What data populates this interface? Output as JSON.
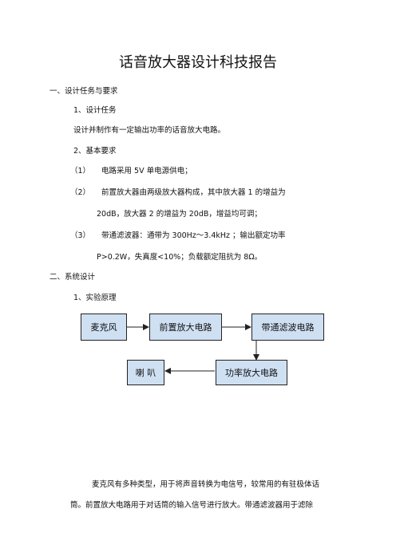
{
  "document": {
    "title": "话音放大器设计科技报告",
    "sections": [
      {
        "heading": "一、设计任务与要求",
        "sub1_heading": "1、设计任务",
        "sub1_text": "设计并制作有一定输出功率的话音放大电路。",
        "sub2_heading": "2、基本要求",
        "requirements": [
          {
            "num": "（1）",
            "lines": [
              "电路采用 5V 单电源供电；"
            ]
          },
          {
            "num": "（2）",
            "lines": [
              "前置放大器由两级放大器构成，其中放大器 1 的增益为",
              "20dB，放大器 2 的增益为 20dB，增益均可调；"
            ]
          },
          {
            "num": "（3）",
            "lines": [
              "带通滤波器：通带为 300Hz～3.4kHz ；输出额定功率",
              "P>0.2W，失真度<10%；负载额定阻抗为 8Ω。"
            ]
          }
        ]
      },
      {
        "heading": "二、系统设计",
        "sub1_heading": "1、实验原理"
      }
    ],
    "diagram": {
      "blocks": {
        "mic": "麦克风",
        "preamp": "前置放大电路",
        "bandpass": "带通滤波电路",
        "power_amp": "功率放大电路",
        "speaker": "喇  叭"
      }
    },
    "body_paragraph": [
      "麦克风有多种类型，用于将声音转换为电信号，较常用的有驻极体话",
      "筒。前置放大电路用于对话筒的输入信号进行放大。带通滤波器用于滤除"
    ],
    "colors": {
      "block_fill": "#cfe0f3",
      "block_border": "#222222"
    }
  }
}
